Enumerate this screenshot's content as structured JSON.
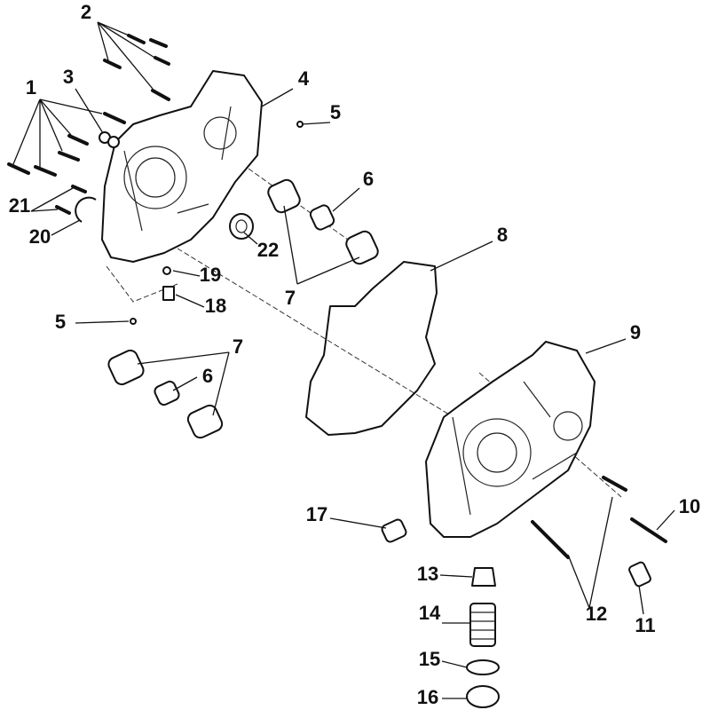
{
  "diagram": {
    "title": "Crankcase exploded view",
    "callouts": [
      "1",
      "2",
      "3",
      "4",
      "5",
      "5",
      "6",
      "6",
      "7",
      "7",
      "8",
      "9",
      "10",
      "11",
      "12",
      "13",
      "14",
      "15",
      "16",
      "17",
      "18",
      "19",
      "20",
      "21",
      "22"
    ]
  }
}
